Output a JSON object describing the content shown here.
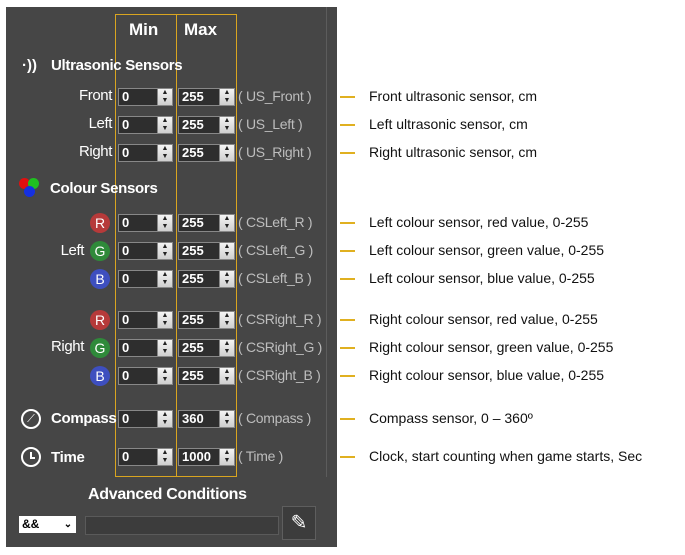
{
  "headers": {
    "min": "Min",
    "max": "Max"
  },
  "sections": {
    "ultrasonic": "Ultrasonic Sensors",
    "colour": "Colour Sensors",
    "compass": "Compass",
    "time": "Time",
    "advanced": "Advanced Conditions"
  },
  "groups": {
    "left": "Left",
    "right": "Right"
  },
  "rows": [
    {
      "label": "Front",
      "min": "0",
      "max": "255",
      "var": "( US_Front )",
      "note": "Front ultrasonic sensor, cm"
    },
    {
      "label": "Left",
      "min": "0",
      "max": "255",
      "var": "( US_Left )",
      "note": "Left ultrasonic sensor, cm"
    },
    {
      "label": "Right",
      "min": "0",
      "max": "255",
      "var": "( US_Right )",
      "note": "Right ultrasonic sensor, cm"
    },
    {
      "badge": "R",
      "color": "#b63a3a",
      "min": "0",
      "max": "255",
      "var": "( CSLeft_R )",
      "note": "Left colour sensor, red value, 0-255"
    },
    {
      "badge": "G",
      "color": "#2f8a3a",
      "min": "0",
      "max": "255",
      "var": "( CSLeft_G )",
      "note": "Left colour sensor, green value, 0-255"
    },
    {
      "badge": "B",
      "color": "#3e4fbf",
      "min": "0",
      "max": "255",
      "var": "( CSLeft_B )",
      "note": "Left colour sensor, blue value, 0-255"
    },
    {
      "badge": "R",
      "color": "#b63a3a",
      "min": "0",
      "max": "255",
      "var": "( CSRight_R )",
      "note": "Right colour sensor, red value, 0-255"
    },
    {
      "badge": "G",
      "color": "#2f8a3a",
      "min": "0",
      "max": "255",
      "var": "( CSRight_G )",
      "note": "Right colour sensor, green value, 0-255"
    },
    {
      "badge": "B",
      "color": "#3e4fbf",
      "min": "0",
      "max": "255",
      "var": "( CSRight_B )",
      "note": "Right colour sensor, blue value, 0-255"
    },
    {
      "min": "0",
      "max": "360",
      "var": "( Compass )",
      "note": "Compass sensor, 0 – 360º"
    },
    {
      "min": "0",
      "max": "1000",
      "var": "( Time )",
      "note": "Clock, start counting when game starts, Sec"
    }
  ],
  "advanced": {
    "operator": "&&",
    "expression": ""
  },
  "colors": {
    "accent": "#d9a520",
    "panel": "#464646"
  }
}
